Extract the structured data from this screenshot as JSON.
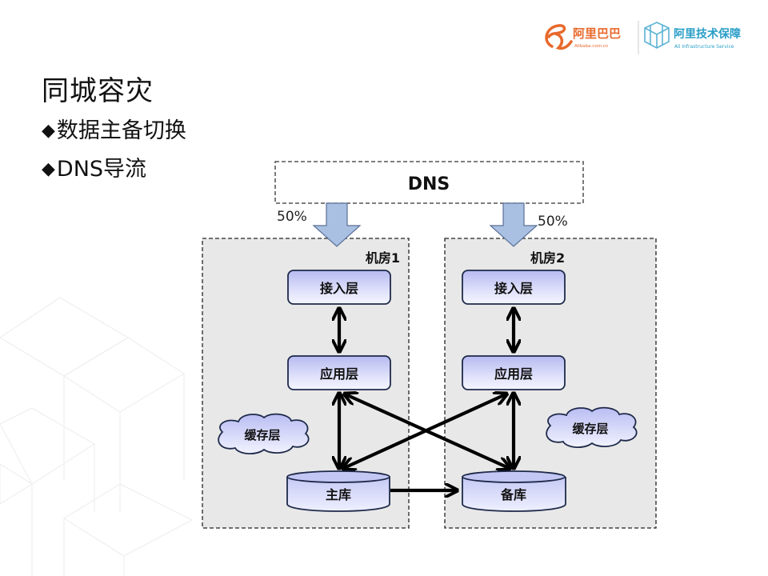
{
  "slide": {
    "title": "同城容灾",
    "bullets": [
      {
        "marker": "◆",
        "text": "数据主备切换"
      },
      {
        "marker": "◆",
        "text": "DNS导流"
      }
    ]
  },
  "logos": {
    "alibaba": {
      "name": "阿里巴巴",
      "sub": "Alibaba.com.cn",
      "color": "#e8692c"
    },
    "infra": {
      "name": "阿里技术保障",
      "sub": "Ali Infrastructure Service",
      "color": "#2b9fc8"
    }
  },
  "diagram": {
    "dns": {
      "label": "DNS"
    },
    "traffic": [
      {
        "target": "机房1",
        "percent": "50%"
      },
      {
        "target": "机房2",
        "percent": "50%"
      }
    ],
    "rooms": [
      {
        "label": "机房1",
        "access_layer": "接入层",
        "app_layer": "应用层",
        "cache_layer": "缓存层",
        "database": "主库"
      },
      {
        "label": "机房2",
        "access_layer": "接入层",
        "app_layer": "应用层",
        "cache_layer": "缓存层",
        "database": "备库"
      }
    ],
    "connections": [
      {
        "from": "机房1.接入层",
        "to": "机房1.应用层",
        "type": "bidirectional"
      },
      {
        "from": "机房2.接入层",
        "to": "机房2.应用层",
        "type": "bidirectional"
      },
      {
        "from": "机房1.应用层",
        "to": "机房1.主库",
        "type": "bidirectional"
      },
      {
        "from": "机房2.应用层",
        "to": "机房2.备库",
        "type": "bidirectional"
      },
      {
        "from": "机房1.应用层",
        "to": "机房2.备库",
        "type": "bidirectional"
      },
      {
        "from": "机房2.应用层",
        "to": "机房1.主库",
        "type": "bidirectional"
      },
      {
        "from": "主库",
        "to": "备库",
        "type": "replication"
      }
    ],
    "colors": {
      "room_bg": "#e8e8e8",
      "box_top": "#b9bdf0",
      "box_bottom": "#f4f5ff",
      "arrow_fill": "#a9c0e2",
      "arrow_stroke": "#5a6f96"
    }
  }
}
